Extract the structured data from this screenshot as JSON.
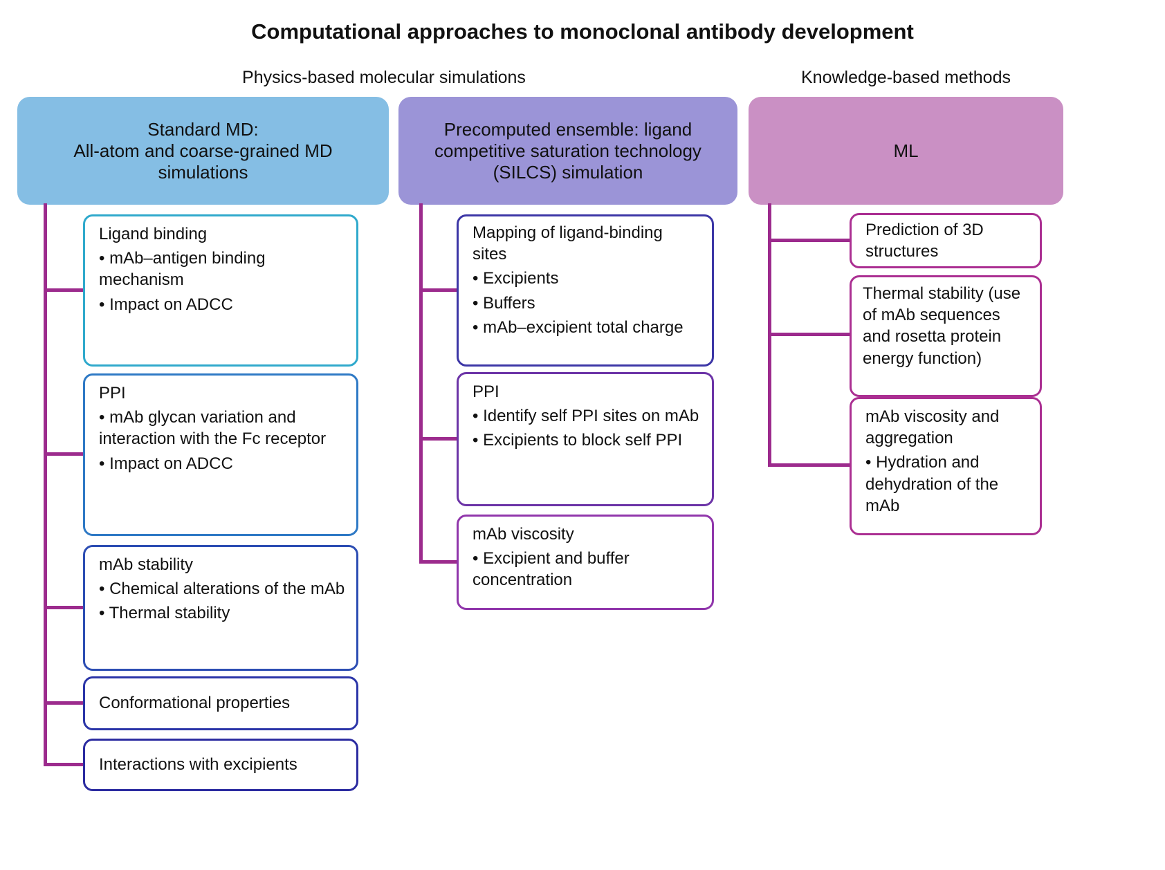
{
  "title": "Computational approaches to monoclonal antibody development",
  "sections": {
    "physics": "Physics-based molecular simulations",
    "knowledge": "Knowledge-based methods"
  },
  "columns": [
    {
      "header": "Standard MD:\nAll-atom and coarse-grained MD simulations",
      "children": [
        {
          "title": "Ligand binding",
          "bullets": [
            "• mAb–antigen binding mechanism",
            "• Impact on ADCC"
          ]
        },
        {
          "title": "PPI",
          "bullets": [
            "• mAb glycan variation and interaction with the Fc receptor",
            "• Impact on ADCC"
          ]
        },
        {
          "title": "mAb stability",
          "bullets": [
            "• Chemical alterations of the mAb",
            "• Thermal stability"
          ]
        },
        {
          "title": "Conformational properties",
          "bullets": []
        },
        {
          "title": "Interactions with excipients",
          "bullets": []
        }
      ]
    },
    {
      "header": "Precomputed ensemble: ligand competitive saturation technology (SILCS) simulation",
      "children": [
        {
          "title": "Mapping of ligand-binding sites",
          "bullets": [
            "• Excipients",
            "• Buffers",
            "• mAb–excipient total charge"
          ]
        },
        {
          "title": "PPI",
          "bullets": [
            "• Identify self PPI sites on mAb",
            "• Excipients to block self PPI"
          ]
        },
        {
          "title": "mAb viscosity",
          "bullets": [
            "• Excipient and buffer concentration"
          ]
        }
      ]
    },
    {
      "header": "ML",
      "children": [
        {
          "title": "Prediction of 3D structures",
          "bullets": []
        },
        {
          "title": "Thermal stability (use of mAb sequences and rosetta protein energy function)",
          "bullets": []
        },
        {
          "title": "mAb viscosity and aggregation",
          "bullets": [
            "• Hydration and dehydration of the mAb"
          ]
        }
      ]
    }
  ],
  "colors": {
    "header_blue": "#85BEE4",
    "header_purple": "#9B94D7",
    "header_pink": "#CA90C4",
    "connector_magenta": "#9C2B8D",
    "border_cyan": "#2FA9CC",
    "border_blue": "#2E79C5",
    "border_royal_blue": "#2C4DB3",
    "border_navy": "#2B35A8",
    "border_dark_navy": "#2B2BA0",
    "border_indigo": "#3C36A6",
    "border_purple": "#6C34A7",
    "border_violet": "#9036AB",
    "border_magenta": "#AB2F92"
  }
}
